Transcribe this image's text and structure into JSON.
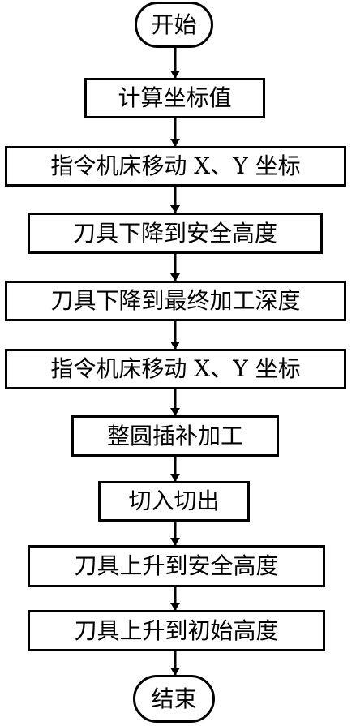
{
  "flowchart": {
    "steps": [
      {
        "label": "开始",
        "shape": "terminal"
      },
      {
        "label": "计算坐标值",
        "shape": "process"
      },
      {
        "label": "指令机床移动 X、Y 坐标",
        "shape": "process"
      },
      {
        "label": "刀具下降到安全高度",
        "shape": "process"
      },
      {
        "label": "刀具下降到最终加工深度",
        "shape": "process"
      },
      {
        "label": "指令机床移动 X、Y 坐标",
        "shape": "process"
      },
      {
        "label": "整圆插补加工",
        "shape": "process"
      },
      {
        "label": "切入切出",
        "shape": "process"
      },
      {
        "label": "刀具上升到安全高度",
        "shape": "process"
      },
      {
        "label": "刀具上升到初始高度",
        "shape": "process"
      },
      {
        "label": "结束",
        "shape": "terminal"
      }
    ],
    "colors": {
      "stroke": "#000000",
      "background": "#ffffff"
    }
  }
}
